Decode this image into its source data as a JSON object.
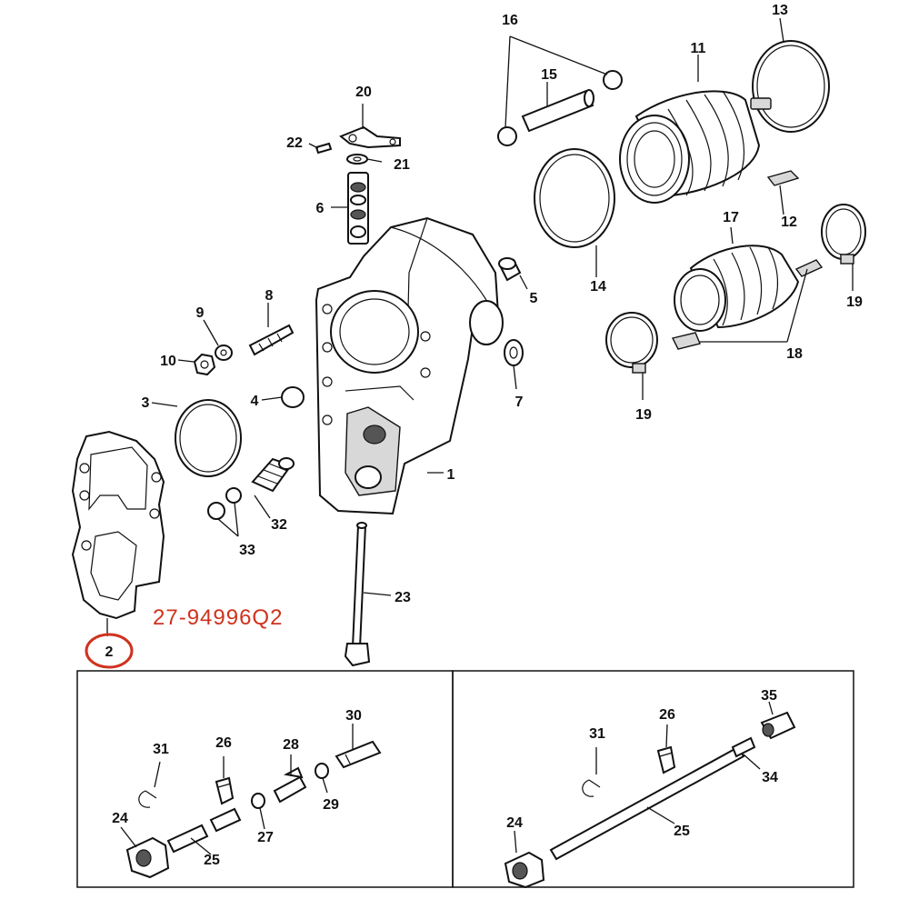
{
  "part_number": {
    "text": "27-94996Q2",
    "color": "#d0321e"
  },
  "highlight": {
    "label": "2",
    "color": "#d0321e"
  },
  "callouts": {
    "c1": "1",
    "c3": "3",
    "c4": "4",
    "c5": "5",
    "c6": "6",
    "c7": "7",
    "c8": "8",
    "c9": "9",
    "c10": "10",
    "c11": "11",
    "c12": "12",
    "c13": "13",
    "c14": "14",
    "c15": "15",
    "c16": "16",
    "c17": "17",
    "c18": "18",
    "c19a": "19",
    "c19b": "19",
    "c20": "20",
    "c21": "21",
    "c22": "22",
    "c23": "23",
    "c32": "32",
    "c33": "33"
  },
  "inset_left": {
    "c24": "24",
    "c25": "25",
    "c26": "26",
    "c27": "27",
    "c28": "28",
    "c29": "29",
    "c30": "30",
    "c31": "31"
  },
  "inset_right": {
    "c24": "24",
    "c25": "25",
    "c26": "26",
    "c31": "31",
    "c34": "34",
    "c35": "35"
  }
}
